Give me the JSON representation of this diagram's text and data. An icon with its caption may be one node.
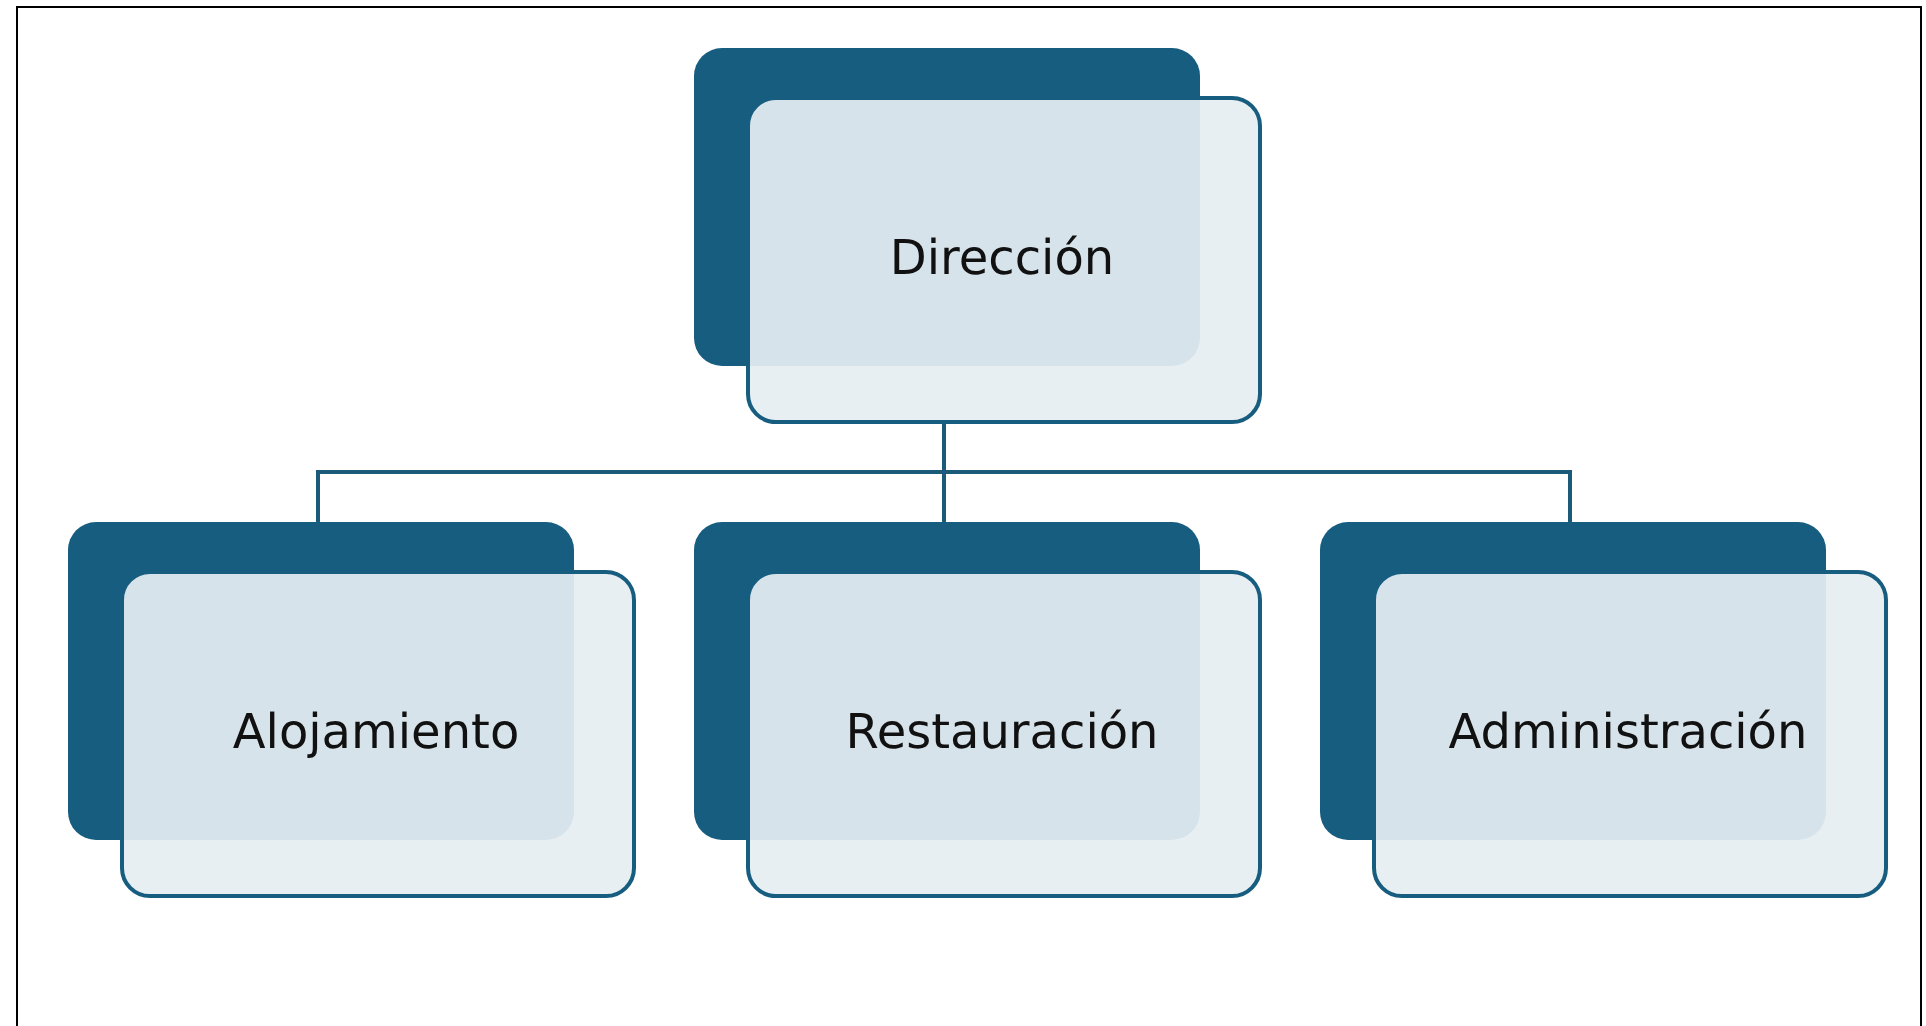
{
  "diagram": {
    "nodes": [
      {
        "text": [
          "Dirección"
        ]
      },
      {
        "text": [
          "Alojamiento"
        ]
      },
      {
        "text": [
          "Restauración"
        ]
      },
      {
        "text": [
          "Administración"
        ]
      }
    ],
    "edges": [
      {
        "from": 0,
        "to": 1,
        "arrow": "none"
      },
      {
        "from": 0,
        "to": 2,
        "arrow": "none"
      },
      {
        "from": 0,
        "to": 3,
        "arrow": "none"
      }
    ]
  }
}
